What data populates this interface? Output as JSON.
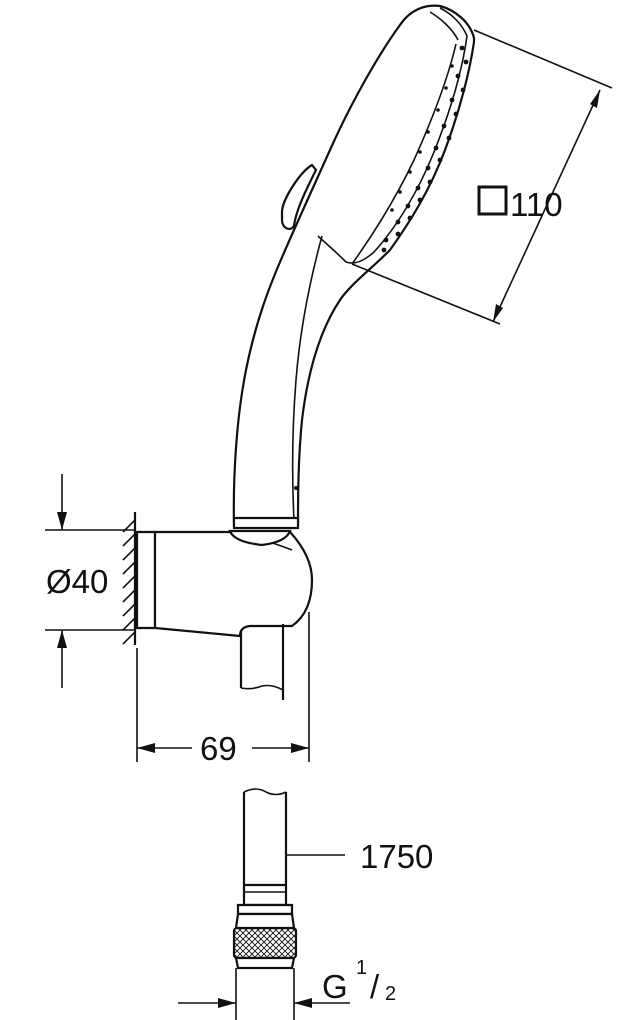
{
  "dimensions": {
    "head_size": {
      "symbol": "□",
      "value": "110"
    },
    "holder_diameter": {
      "symbol": "Ø",
      "value": "40"
    },
    "holder_depth": {
      "value": "69"
    },
    "hose_length": {
      "value": "1750"
    },
    "thread": {
      "letter": "G",
      "numerator": "1",
      "slash": "/",
      "denominator": "2"
    }
  }
}
